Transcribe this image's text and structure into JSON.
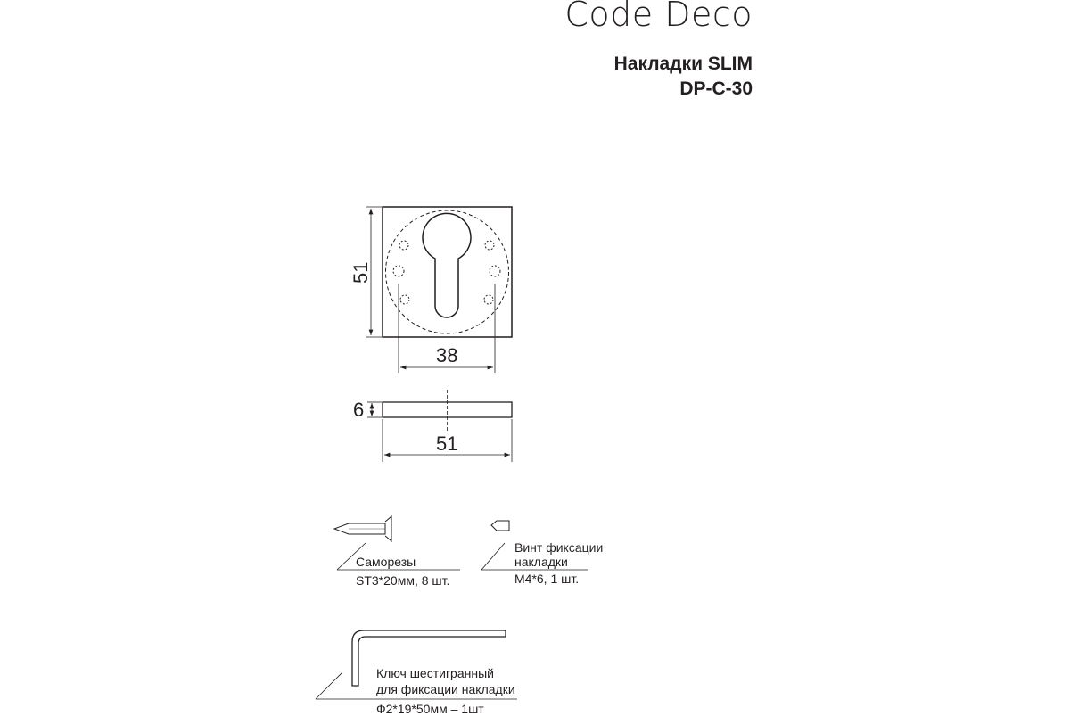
{
  "header": {
    "brand": "Code Deco",
    "title_line1": "Накладки SLIM",
    "title_line2": "DP-C-30"
  },
  "front_view": {
    "height_dim": "51",
    "hole_spacing_dim": "38"
  },
  "side_view": {
    "thickness_dim": "6",
    "width_dim": "51"
  },
  "accessories": {
    "screws": {
      "label": "Саморезы",
      "spec": "ST3*20мм, 8 шт."
    },
    "fixing_screw": {
      "label_line1": "Винт фиксации",
      "label_line2": "накладки",
      "spec": "M4*6, 1 шт."
    },
    "hex_key": {
      "label_line1": "Ключ шестигранный",
      "label_line2": "для фиксации накладки",
      "spec": "Ф2*19*50мм – 1шт"
    }
  },
  "colors": {
    "line": "#231f20",
    "background": "#ffffff"
  }
}
